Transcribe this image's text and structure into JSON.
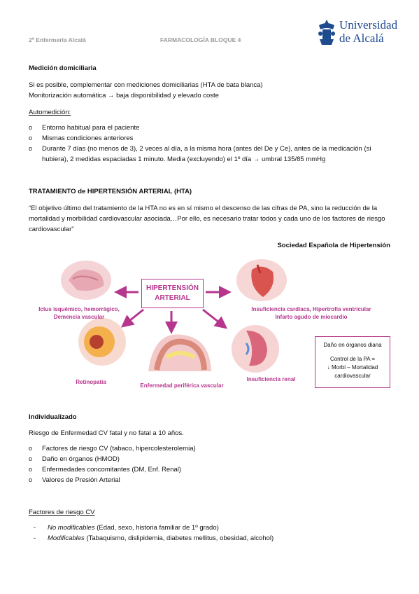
{
  "header": {
    "left": "2º Enfermería Alcalá",
    "center": "FARMACOLOGÍA BLOQUE 4",
    "logo_line1": "Universidad",
    "logo_line2": "de Alcalá"
  },
  "medicion": {
    "title": "Medición domiciliaria",
    "line1": "Si es posible, complementar con mediciones domiciliarias (HTA de bata blanca)",
    "line2": "Monitorización automática → baja disponibilidad y elevado coste",
    "auto_title": "Automedición:",
    "items": [
      "Entorno habitual para el paciente",
      "Mismas condiciones anteriores",
      "Durante 7 días (no menos de 3), 2 veces al día, a la misma hora (antes del De y Ce), antes de la medicación (si hubiera), 2 medidas espaciadas 1 minuto. Media (excluyendo) el 1º día → umbral 135/85 mmHg"
    ]
  },
  "tratamiento": {
    "title": "TRATAMIENTO de HIPERTENSIÓN ARTERIAL (HTA)",
    "quote": "“El objetivo último del tratamiento de la HTA no es en sí mismo el descenso de las cifras de PA, sino la reducción de la mortalidad y morbilidad cardiovascular asociada…Por ello, es necesario tratar todos y cada uno de los factores de riesgo cardiovascular”",
    "source": "Sociedad Española de Hipertensión"
  },
  "diagram": {
    "center_line1": "HIPERTENSIÓN",
    "center_line2": "ARTERIAL",
    "brain_l1": "Ictus isquémico, hemorrágico,",
    "brain_l2": "Demencia vascular",
    "heart_l1": "Insuficiencia cardíaca, Hipertrofia ventricular",
    "heart_l2": "Infarto agudo de miocardio",
    "eye": "Retinopatía",
    "vessel": "Enfermedad periférica vascular",
    "kidney": "Insuficiencia renal",
    "box_l1": "Daño en órganos diana",
    "box_l2": "Control de la PA =",
    "box_l3": "↓ Morbi – Mortalidad",
    "box_l4": "cardiovascular",
    "accent": "#b5368c"
  },
  "individualizado": {
    "title": "Individualizado",
    "line": "Riesgo de Enfermedad CV fatal y no fatal a 10 años.",
    "items": [
      "Factores de riesgo CV (tabaco, hipercolesterolemia)",
      "Daño en órganos (HMOD)",
      "Enfermedades concomitantes (DM, Enf. Renal)",
      "Valores de Presión Arterial"
    ]
  },
  "factores": {
    "title": "Factores de riesgo CV",
    "items": [
      {
        "label": "No modificables",
        "rest": " (Edad, sexo, historia familiar de 1º grado)"
      },
      {
        "label": "Modificables",
        "rest": " (Tabaquismo, dislipidemia, diabetes mellitus, obesidad, alcohol)"
      }
    ]
  }
}
